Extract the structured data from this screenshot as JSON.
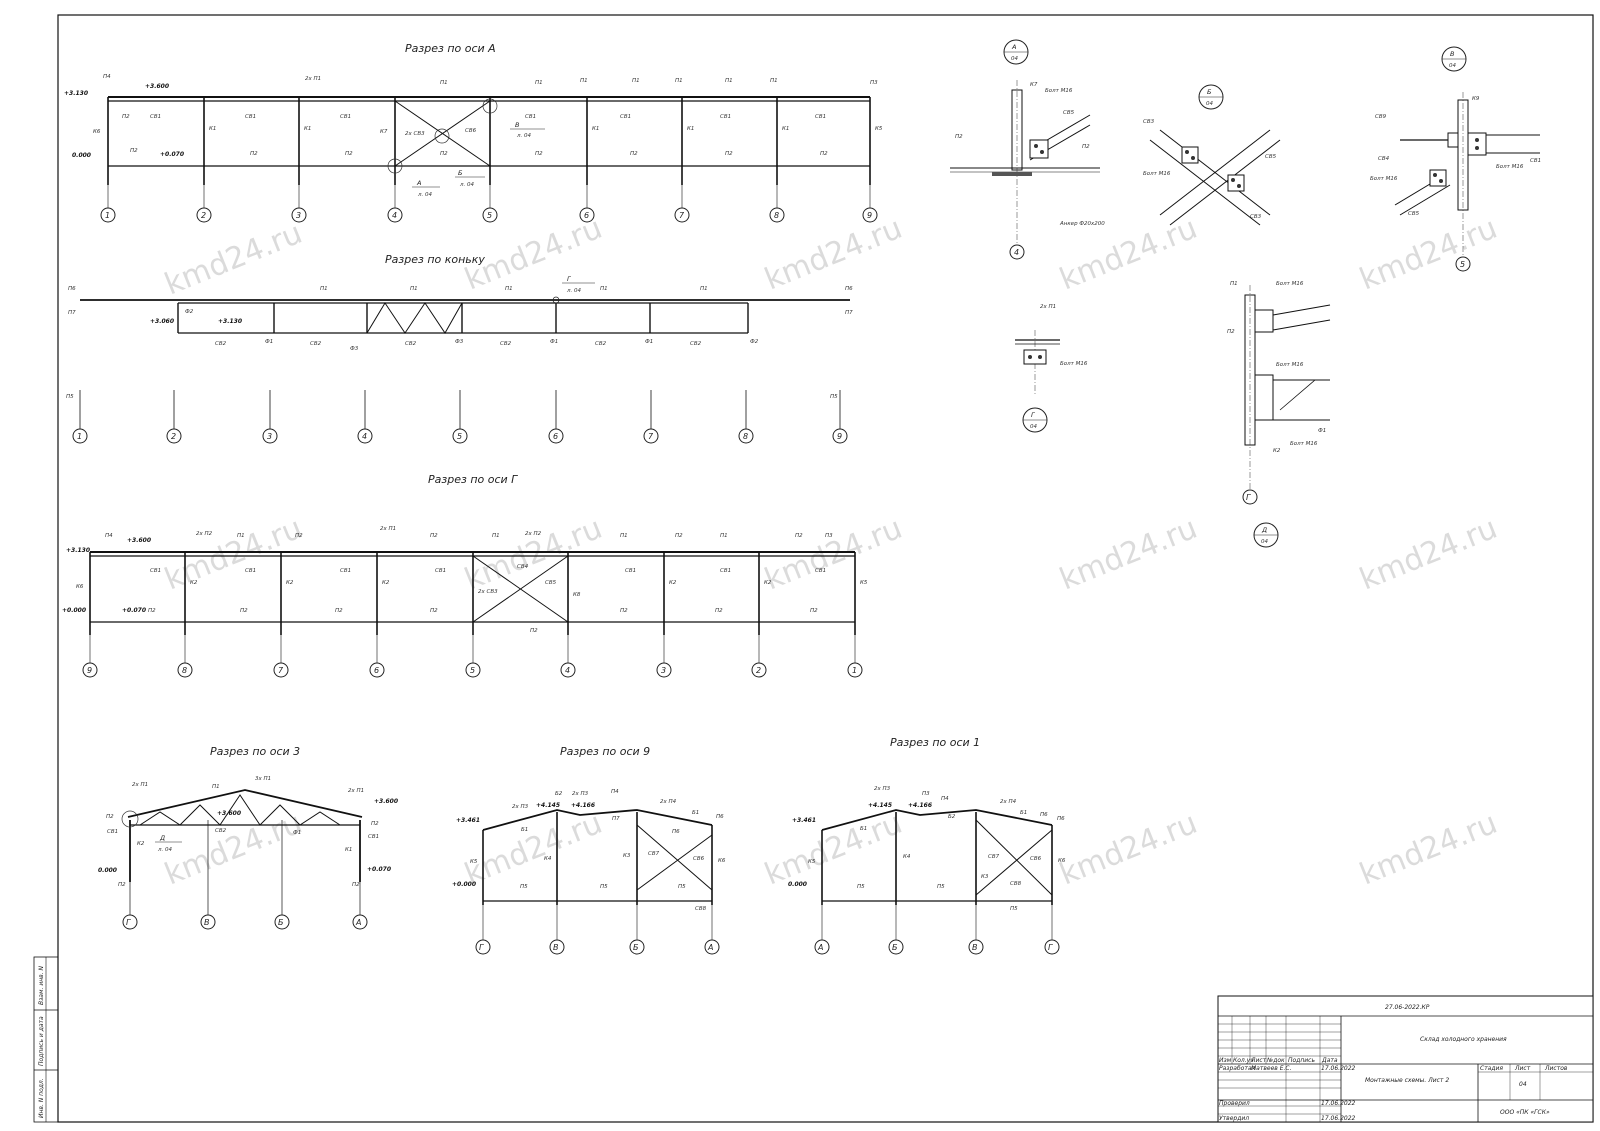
{
  "watermark": "kmd24.ru",
  "titles": {
    "section_a": "Разрез по оси А",
    "section_ridge": "Разрез по коньку",
    "section_g": "Разрез по оси Г",
    "section_3": "Разрез по оси 3",
    "section_9": "Разрез по оси 9",
    "section_1": "Разрез по оси 1"
  },
  "axes_numeric": [
    "1",
    "2",
    "3",
    "4",
    "5",
    "6",
    "7",
    "8",
    "9"
  ],
  "axes_numeric_reverse": [
    "9",
    "8",
    "7",
    "6",
    "5",
    "4",
    "3",
    "2",
    "1"
  ],
  "axes_sec3": [
    "Г",
    "В",
    "Б",
    "А"
  ],
  "axes_sec9": [
    "Г",
    "В",
    "Б",
    "А"
  ],
  "axes_sec1": [
    "А",
    "Б",
    "В",
    "Г"
  ],
  "elevations": {
    "e3130": "+3.130",
    "e3600": "+3.600",
    "e0000": "0.000",
    "e0070": "+0.070",
    "e3060": "+3.060",
    "e0000p": "+0.000",
    "e3461": "+3.461",
    "e4145": "+4.145",
    "e4166": "+4.166"
  },
  "members": {
    "P1": "П1",
    "P2": "П2",
    "P3": "П3",
    "P4": "П4",
    "P5": "П5",
    "P6": "П6",
    "P7": "П7",
    "K1": "К1",
    "K2": "К2",
    "K3": "К3",
    "K4": "К4",
    "K5": "К5",
    "K6": "К6",
    "K7": "К7",
    "K8": "К8",
    "K9": "К9",
    "SV1": "СВ1",
    "SV2": "СВ2",
    "SV3": "СВ3",
    "SV4": "СВ4",
    "SV5": "СВ5",
    "SV6": "СВ6",
    "SV7": "СВ7",
    "SV8": "СВ8",
    "SV9": "СВ9",
    "F1": "Ф1",
    "F2": "Ф2",
    "F3": "Ф3",
    "B1": "Б1",
    "B2": "Б2",
    "p2x1": "2х П1",
    "p2x2": "2х П2",
    "p2x3": "2х П3",
    "p2x4": "2х П4",
    "p3x1": "3х П1",
    "sv2x3": "2х СВ3"
  },
  "callouts": {
    "v_letter": "В",
    "b_letter": "Б",
    "a_letter": "А",
    "g_letter": "Г",
    "d_letter": "Д",
    "sheet_ref": "л. 04",
    "sheet_num": "04"
  },
  "details": {
    "bolt_m16": "Болт М16",
    "anchor": "Анкер Ф20х200"
  },
  "stamp": {
    "doc_code": "27.06-2022.КР",
    "object": "Склад холодного хранения",
    "sheet_title": "Монтажные схемы. Лист 2",
    "company": "ООО «ПК «ГСК»",
    "col_izm": "Изм",
    "col_kol": "Кол.уч",
    "col_list": "Лист",
    "col_ndok": "№док",
    "col_podp": "Подпись",
    "col_data": "Дата",
    "razrab": "Разработал",
    "razrab_name": "Матвеев Е.С.",
    "razrab_date": "17.06.2022",
    "proveril": "Проверил",
    "proveril_date": "17.06.2022",
    "utverdil": "Утвердил",
    "utverdil_date": "17.06.2022",
    "stadiya": "Стадия",
    "list": "Лист",
    "listov": "Листов",
    "list_num": "04"
  },
  "side_stamp": {
    "vzam": "Взам. инв. N",
    "podp": "Подпись и дата",
    "inv": "Инв. N подл."
  }
}
